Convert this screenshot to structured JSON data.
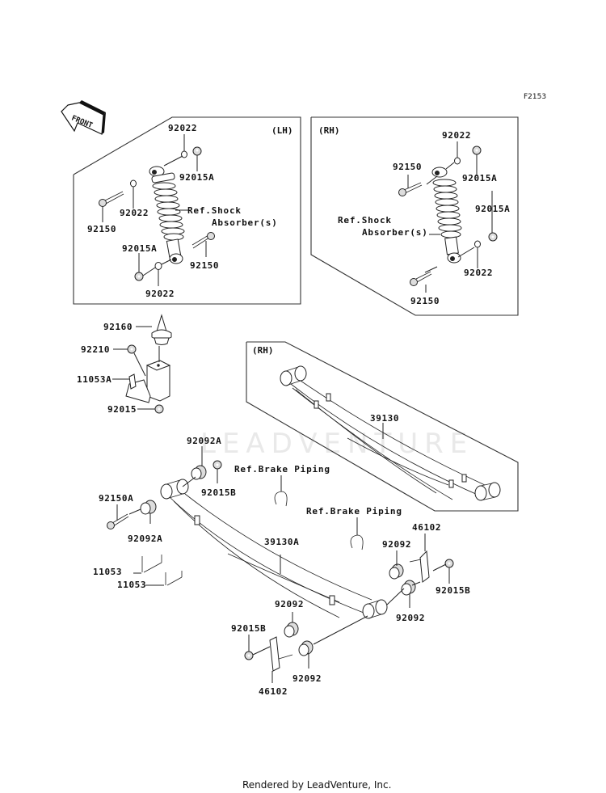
{
  "diagram": {
    "code": "F2153",
    "front_arrow": "FRONT",
    "footer": "Rendered by LeadVenture, Inc.",
    "watermark": "LEADVENTURE",
    "groups": {
      "lh_shock": {
        "side_label": "(LH)"
      },
      "rh_shock": {
        "side_label": "(RH)"
      },
      "rh_leaf": {
        "side_label": "(RH)"
      }
    },
    "labels": {
      "lh_92022_top": "92022",
      "lh_92015a_top": "92015A",
      "lh_92022_mid": "92022",
      "lh_92150_left": "92150",
      "lh_ref_shock_1": "Ref.Shock",
      "lh_ref_shock_2": "Absorber(s)",
      "lh_92015a_bot": "92015A",
      "lh_92150_right": "92150",
      "lh_92022_bot": "92022",
      "rh_92022_top": "92022",
      "rh_92150_top": "92150",
      "rh_92015a_top": "92015A",
      "rh_92015a_mid": "92015A",
      "rh_ref_shock_1": "Ref.Shock",
      "rh_ref_shock_2": "Absorber(s)",
      "rh_92022_bot": "92022",
      "rh_92150_bot": "92150",
      "bump_92160": "92160",
      "bump_92210": "92210",
      "bump_11053a": "11053A",
      "bump_92015": "92015",
      "rh_leaf_39130": "39130",
      "lf_92092a_top": "92092A",
      "lf_92015b_top": "92015B",
      "lf_92150a": "92150A",
      "lf_92092a_bot": "92092A",
      "ref_brake_1": "Ref.Brake Piping",
      "ref_brake_2": "Ref.Brake Piping",
      "lf_39130a": "39130A",
      "lf_11053_1": "11053",
      "lf_11053_2": "11053",
      "lf_46102_right": "46102",
      "lf_92092_right_top": "92092",
      "lf_92015b_right": "92015B",
      "lf_92092_right_bot": "92092",
      "lf_92092_mid": "92092",
      "lf_92015b_left": "92015B",
      "lf_92092_bot": "92092",
      "lf_46102_bot": "46102"
    }
  }
}
